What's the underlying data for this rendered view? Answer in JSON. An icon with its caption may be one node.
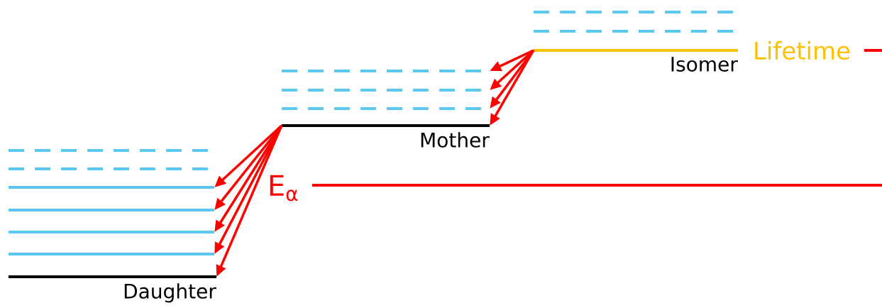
{
  "diagram": {
    "nodes": [
      {
        "text": [],
        "shape": "bar"
      },
      {
        "text": [],
        "shape": "bar"
      },
      {
        "text": [
          "Isomer"
        ]
      },
      {
        "text": [],
        "shape": "bar"
      },
      {
        "text": [],
        "shape": "bar"
      },
      {
        "text": [],
        "shape": "bar"
      },
      {
        "text": [
          "Mother"
        ]
      },
      {
        "text": [],
        "shape": "bar"
      },
      {
        "text": [],
        "shape": "bar"
      },
      {
        "text": [],
        "shape": "bar"
      },
      {
        "text": [],
        "shape": "bar"
      },
      {
        "text": [],
        "shape": "bar"
      },
      {
        "text": [],
        "shape": "bar"
      },
      {
        "text": [
          "Daughter"
        ]
      }
    ],
    "edges": [
      {
        "from": 2,
        "to": 3,
        "arrow": "to"
      },
      {
        "from": 2,
        "to": 4,
        "arrow": "to"
      },
      {
        "from": 2,
        "to": 5,
        "arrow": "to"
      },
      {
        "from": 2,
        "to": 6,
        "arrow": "to"
      },
      {
        "from": 6,
        "to": 9,
        "arrow": "to"
      },
      {
        "from": 6,
        "to": 10,
        "arrow": "to"
      },
      {
        "from": 6,
        "to": 11,
        "arrow": "to"
      },
      {
        "from": 6,
        "to": 12,
        "arrow": "to"
      },
      {
        "from": 6,
        "to": 13,
        "arrow": "to"
      }
    ],
    "labels": [
      "Lifetime",
      "E$_{α}$"
    ]
  }
}
